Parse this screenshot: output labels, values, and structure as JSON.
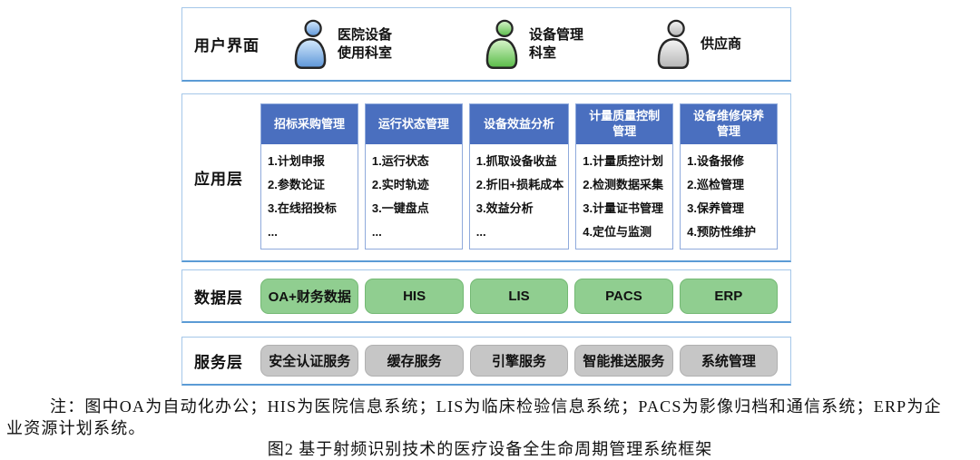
{
  "colors": {
    "module_header_blue": "#4a6fbf",
    "box_border_light_blue": "#a5c7e9",
    "box_border_bottom_blue": "#5b9bd5",
    "module_border_blue": "#8faadc",
    "data_pill_green": "#90ce90",
    "service_pill_gray": "#c6c6c6",
    "user_icon_blue": "#5d96d8",
    "user_icon_green": "#58bb47",
    "user_icon_gray": "#b5b5b5"
  },
  "ui_layer": {
    "label": "用户界面",
    "users": [
      {
        "icon": "person-icon",
        "color": "blue",
        "name_line1": "医院设备",
        "name_line2": "使用科室"
      },
      {
        "icon": "person-icon",
        "color": "green",
        "name_line1": "设备管理",
        "name_line2": "科室"
      },
      {
        "icon": "person-icon",
        "color": "gray",
        "name_line1": "供应商",
        "name_line2": ""
      }
    ]
  },
  "app_layer": {
    "label": "应用层",
    "modules": [
      {
        "title_line1": "招标采购管理",
        "title_line2": "",
        "items": [
          "1.计划申报",
          "2.参数论证",
          "3.在线招投标",
          "..."
        ]
      },
      {
        "title_line1": "运行状态管理",
        "title_line2": "",
        "items": [
          "1.运行状态",
          "2.实时轨迹",
          "3.一键盘点",
          "..."
        ]
      },
      {
        "title_line1": "设备效益分析",
        "title_line2": "",
        "items": [
          "1.抓取设备收益",
          "2.折旧+损耗成本",
          "3.效益分析",
          "..."
        ]
      },
      {
        "title_line1": "计量质量控制",
        "title_line2": "管理",
        "items": [
          "1.计量质控计划",
          "2.检测数据采集",
          "3.计量证书管理",
          "4.定位与监测"
        ]
      },
      {
        "title_line1": "设备维修保养",
        "title_line2": "管理",
        "items": [
          "1.设备报修",
          "2.巡检管理",
          "3.保养管理",
          "4.预防性维护"
        ]
      }
    ]
  },
  "data_layer": {
    "label": "数据层",
    "systems": [
      "OA+财务数据",
      "HIS",
      "LIS",
      "PACS",
      "ERP"
    ]
  },
  "service_layer": {
    "label": "服务层",
    "services": [
      "安全认证服务",
      "缓存服务",
      "引擎服务",
      "智能推送服务",
      "系统管理"
    ]
  },
  "note": {
    "line1": "注：图中OA为自动化办公；HIS为医院信息系统；LIS为临床检验信息系统；PACS为影像归档和通信系统；ERP为企",
    "line2": "业资源计划系统。"
  },
  "caption": "图2 基于射频识别技术的医疗设备全生命周期管理系统框架"
}
